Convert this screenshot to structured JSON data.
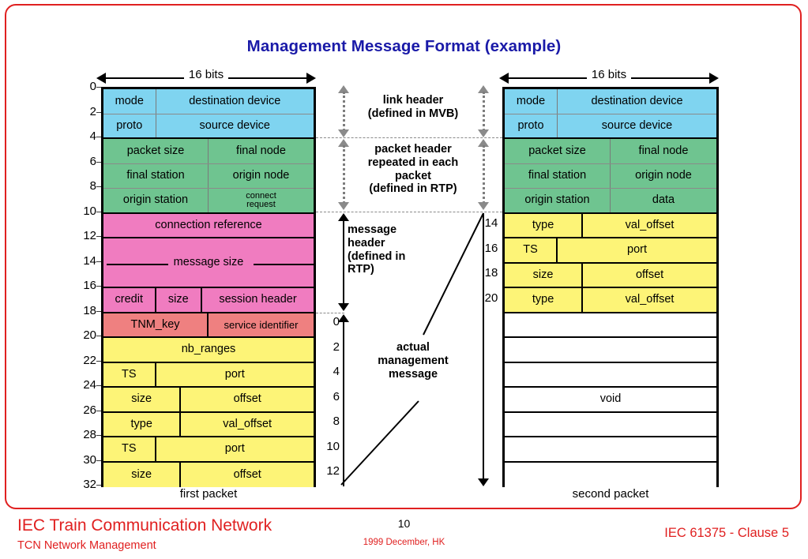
{
  "slide": {
    "title": "Management Message Format (example)",
    "accent_blue": "#1a1aa8",
    "accent_red": "#e02020"
  },
  "colors": {
    "link_header": "#7fd4f0",
    "packet_header": "#6fc490",
    "message_header": "#f07cc0",
    "tnm": "#ef8080",
    "management_message": "#fdf477",
    "void": "#ffffff"
  },
  "measures": {
    "first_packet_bits": "16 bits",
    "second_packet_bits": "16 bits"
  },
  "first_packet": {
    "caption": "first packet",
    "ruler": [
      "0",
      "2",
      "4",
      "6",
      "8",
      "10",
      "12",
      "14",
      "16",
      "18",
      "20",
      "22",
      "24",
      "26",
      "28",
      "30",
      "32"
    ],
    "rows": [
      {
        "color": "blue",
        "cells": [
          {
            "label": "mode",
            "w": 25
          },
          {
            "label": "destination device",
            "w": 75
          }
        ]
      },
      {
        "color": "blue",
        "cells": [
          {
            "label": "proto",
            "w": 25
          },
          {
            "label": "source device",
            "w": 75
          }
        ]
      },
      {
        "color": "green",
        "cells": [
          {
            "label": "packet size",
            "w": 50
          },
          {
            "label": "final node",
            "w": 50
          }
        ]
      },
      {
        "color": "green",
        "cells": [
          {
            "label": "final station",
            "w": 50
          },
          {
            "label": "origin node",
            "w": 50
          }
        ]
      },
      {
        "color": "green",
        "cells": [
          {
            "label": "origin station",
            "w": 50
          },
          {
            "label": "connect request",
            "w": 50
          }
        ]
      },
      {
        "color": "pink",
        "cells": [
          {
            "label": "connection reference",
            "w": 100
          }
        ]
      },
      {
        "color": "pink",
        "cells": [
          {
            "label": "message size",
            "w": 100
          }
        ]
      },
      {
        "color": "pink",
        "cells": [
          {
            "label": "credit",
            "w": 25
          },
          {
            "label": "size",
            "w": 22
          },
          {
            "label": "session header",
            "w": 53
          }
        ]
      },
      {
        "color": "salmon",
        "cells": [
          {
            "label": "TNM_key",
            "w": 50
          },
          {
            "label": "service identifier",
            "w": 50
          }
        ]
      },
      {
        "color": "yellow",
        "cells": [
          {
            "label": "nb_ranges",
            "w": 100
          }
        ]
      },
      {
        "color": "yellow",
        "cells": [
          {
            "label": "TS",
            "w": 25
          },
          {
            "label": "port",
            "w": 75
          }
        ]
      },
      {
        "color": "yellow",
        "cells": [
          {
            "label": "size",
            "w": 37
          },
          {
            "label": "offset",
            "w": 63
          }
        ]
      },
      {
        "color": "yellow",
        "cells": [
          {
            "label": "type",
            "w": 37
          },
          {
            "label": "val_offset",
            "w": 63
          }
        ]
      },
      {
        "color": "yellow",
        "cells": [
          {
            "label": "TS",
            "w": 25
          },
          {
            "label": "port",
            "w": 75
          }
        ]
      },
      {
        "color": "yellow",
        "cells": [
          {
            "label": "size",
            "w": 37
          },
          {
            "label": "offset",
            "w": 63
          }
        ]
      }
    ]
  },
  "second_packet": {
    "caption": "second packet",
    "ruler": [
      "14",
      "16",
      "18",
      "20"
    ],
    "rows": [
      {
        "color": "blue",
        "cells": [
          {
            "label": "mode",
            "w": 25
          },
          {
            "label": "destination device",
            "w": 75
          }
        ]
      },
      {
        "color": "blue",
        "cells": [
          {
            "label": "proto",
            "w": 25
          },
          {
            "label": "source device",
            "w": 75
          }
        ]
      },
      {
        "color": "green",
        "cells": [
          {
            "label": "packet size",
            "w": 50
          },
          {
            "label": "final node",
            "w": 50
          }
        ]
      },
      {
        "color": "green",
        "cells": [
          {
            "label": "final station",
            "w": 50
          },
          {
            "label": "origin node",
            "w": 50
          }
        ]
      },
      {
        "color": "green",
        "cells": [
          {
            "label": "origin station",
            "w": 50
          },
          {
            "label": "data",
            "w": 50
          }
        ]
      },
      {
        "color": "yellow",
        "cells": [
          {
            "label": "type",
            "w": 37
          },
          {
            "label": "val_offset",
            "w": 63
          }
        ]
      },
      {
        "color": "yellow",
        "cells": [
          {
            "label": "TS",
            "w": 25
          },
          {
            "label": "port",
            "w": 75
          }
        ]
      },
      {
        "color": "yellow",
        "cells": [
          {
            "label": "size",
            "w": 37
          },
          {
            "label": "offset",
            "w": 63
          }
        ]
      },
      {
        "color": "yellow",
        "cells": [
          {
            "label": "type",
            "w": 37
          },
          {
            "label": "val_offset",
            "w": 63
          }
        ]
      },
      {
        "color": "white",
        "cells": [
          {
            "label": "",
            "w": 100
          }
        ]
      },
      {
        "color": "white",
        "cells": [
          {
            "label": "",
            "w": 100
          }
        ]
      },
      {
        "color": "white",
        "cells": [
          {
            "label": "",
            "w": 100
          }
        ]
      },
      {
        "color": "white",
        "cells": [
          {
            "label": "void",
            "w": 100
          }
        ]
      },
      {
        "color": "white",
        "cells": [
          {
            "label": "",
            "w": 100
          }
        ]
      },
      {
        "color": "white",
        "cells": [
          {
            "label": "",
            "w": 100
          }
        ]
      },
      {
        "color": "white",
        "cells": [
          {
            "label": "",
            "w": 100
          }
        ]
      }
    ]
  },
  "annotations": {
    "link_header": "link header\n(defined in MVB)",
    "link_header_l1": "link header",
    "link_header_l2": "(defined in MVB)",
    "packet_header_l1": "packet header",
    "packet_header_l2": "repeated in each",
    "packet_header_l3": "packet",
    "packet_header_l4": "(defined in RTP)",
    "message_header_l1": "message",
    "message_header_l2": "header",
    "message_header_l3": "(defined in",
    "message_header_l4": "RTP)",
    "actual_l1": "actual",
    "actual_l2": "management",
    "actual_l3": "message",
    "middle_ruler": [
      "0",
      "2",
      "4",
      "6",
      "8",
      "10",
      "12"
    ]
  },
  "footer": {
    "org": "IEC Train Communication Network",
    "subtitle": "TCN Network Management",
    "page": "10",
    "date": "1999 December, HK",
    "standard": "IEC 61375 - Clause 5"
  }
}
